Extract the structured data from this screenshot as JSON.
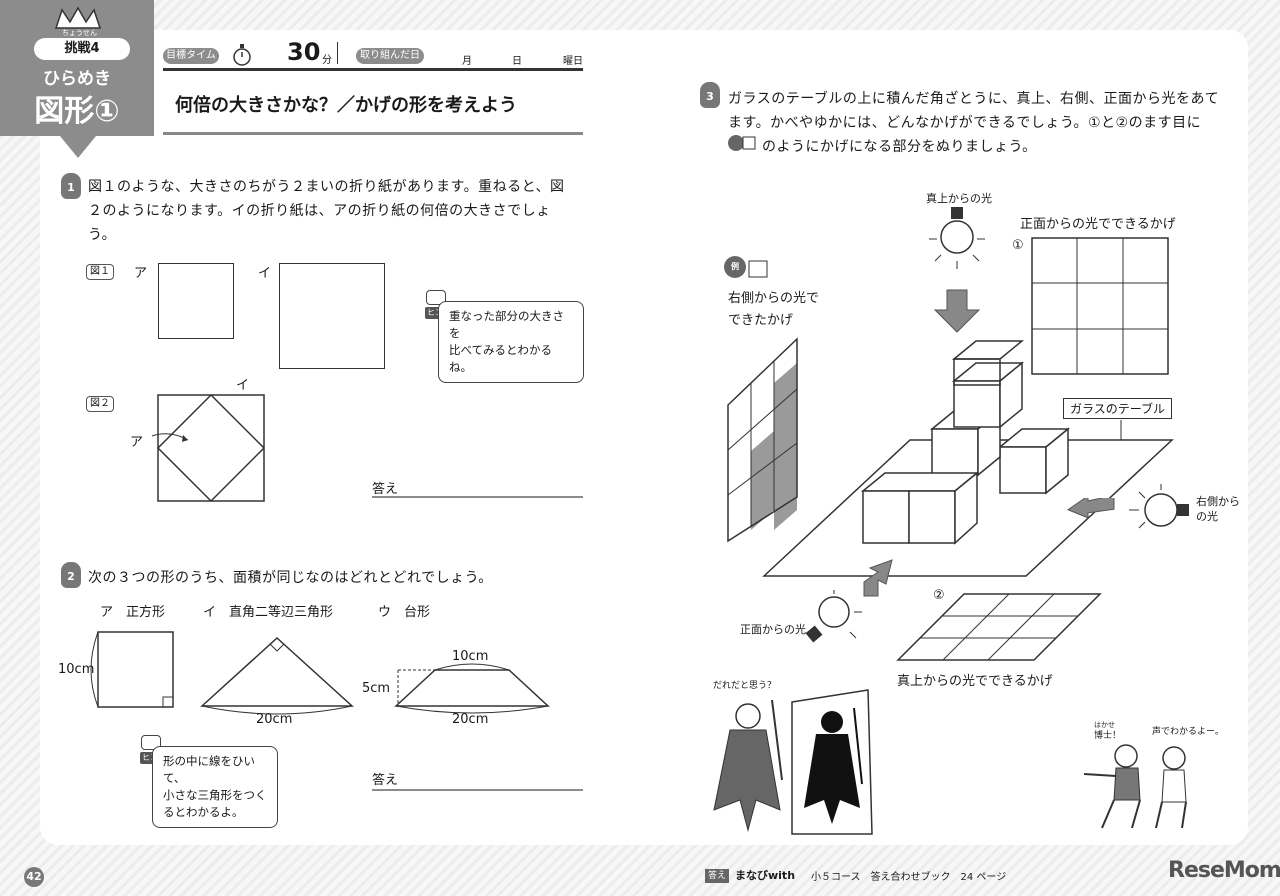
{
  "header": {
    "challenge_ruby": "ちょうせん",
    "challenge": "挑戦4",
    "category": "ひらめき",
    "unit": "図形①",
    "target_time_label": "目標タイム",
    "target_time_value": "30",
    "target_time_unit": "分",
    "date_label": "取り組んだ日",
    "month": "月",
    "day": "日",
    "weekday": "曜日",
    "title": "何倍の大きさかな？／かげの形を考えよう"
  },
  "q1": {
    "number": "1",
    "text_line1": "図１のような、大きさのちがう２まいの折り紙があります。重ねると、図",
    "text_line2": "２のようになります。イの折り紙は、アの折り紙の何倍の大きさでしょう。",
    "fig1_label": "図１",
    "fig2_label": "図２",
    "paper_a": "ア",
    "paper_i": "イ",
    "hint_label": "ヒント",
    "hint_line1": "重なった部分の大きさを",
    "hint_line2": "比べてみるとわかるね。",
    "answer_label": "答え"
  },
  "q2": {
    "number": "2",
    "text": "次の３つの形のうち、面積が同じなのはどれとどれでしょう。",
    "shape_a": "ア　正方形",
    "shape_i": "イ　直角二等辺三角形",
    "shape_u": "ウ　台形",
    "square_side": "10cm",
    "triangle_base": "20cm",
    "trap_top": "10cm",
    "trap_height": "5cm",
    "trap_bottom": "20cm",
    "hint_label": "ヒント",
    "hint_line1": "形の中に線をひいて、",
    "hint_line2": "小さな三角形をつく",
    "hint_line3": "るとわかるよ。",
    "answer_label": "答え"
  },
  "q3": {
    "number": "3",
    "text_line1": "ガラスのテーブルの上に積んだ角ざとうに、真上、右側、正面から光をあて",
    "text_line2": "ます。かべやゆかには、どんなかげができるでしょう。①と②のます目に",
    "text_line3": "のようにかげになる部分をぬりましょう。",
    "example_label": "例",
    "example_caption_line1": "右側からの光で",
    "example_caption_line2": "できたかげ",
    "light_top": "真上からの光",
    "front_shadow_num": "①",
    "front_shadow_caption": "正面からの光でできるかげ",
    "table_label": "ガラスのテーブル",
    "light_right_line1": "右側から",
    "light_right_line2": "の光",
    "light_front": "正面からの光",
    "top_shadow_num": "②",
    "top_shadow_caption": "真上からの光でできるかげ",
    "bubble_who": "だれだと思う？",
    "bubble_doctor_ruby": "はかせ",
    "bubble_doctor": "博士！",
    "bubble_voice": "声でわかるよー。"
  },
  "footer": {
    "page_number": "42",
    "answer_tag": "答え",
    "book_title": "まなびwith",
    "book_course": "小５コース　答え合わせブック　24 ページ",
    "brand": "ReseMom"
  }
}
